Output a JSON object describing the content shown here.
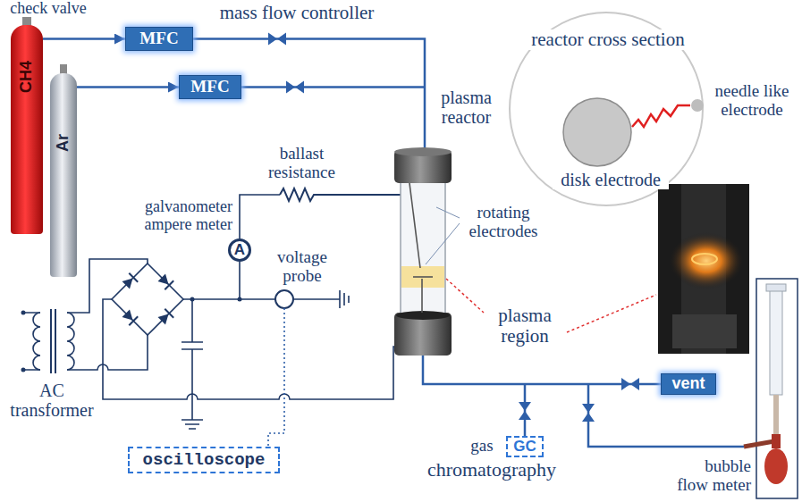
{
  "diagram": {
    "nodes": [
      {
        "text": [
          "MFC"
        ]
      },
      {
        "text": [
          "MFC"
        ]
      },
      {
        "text": [
          "CH4"
        ]
      },
      {
        "text": [
          "Ar"
        ]
      },
      {
        "text": [
          "A"
        ]
      },
      {
        "text": [
          "vent"
        ]
      },
      {
        "text": [
          "oscilloscope"
        ]
      },
      {
        "text": [
          "GC"
        ]
      }
    ],
    "edges": [
      {
        "from": 2,
        "to": 0,
        "arrow": "to"
      },
      {
        "from": 3,
        "to": 1,
        "arrow": "to"
      }
    ],
    "labels": [
      "check valve",
      "mass flow controller",
      "reactor cross section",
      "needle like electrode",
      "plasma reactor",
      "ballast resistance",
      "disk electrode",
      "rotating electrodes",
      "galvanometer ampere meter",
      "voltage probe",
      "plasma region",
      "AC transformer",
      "bubble flow meter",
      "gas",
      "chromatography"
    ]
  }
}
